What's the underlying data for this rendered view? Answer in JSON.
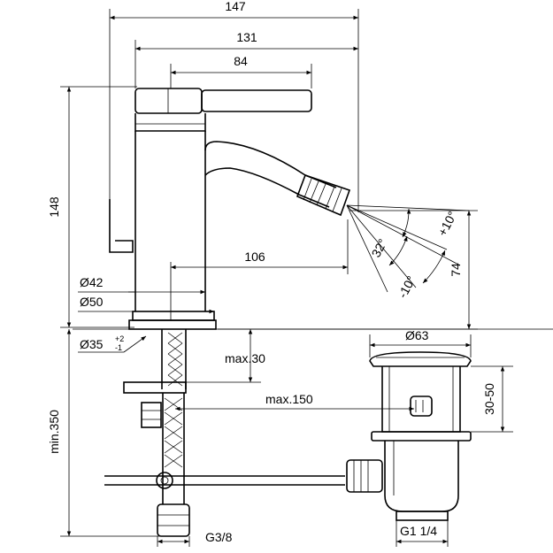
{
  "dimensions": {
    "width_147": "147",
    "width_131": "131",
    "width_84": "84",
    "height_148": "148",
    "reach_106": "106",
    "height_74": "74",
    "dia_42": "Ø42",
    "dia_50": "Ø50",
    "hole_35": "Ø35",
    "hole_35_tol_plus": "+2",
    "hole_35_tol_minus": "-1",
    "max_30": "max.30",
    "max_150": "max.150",
    "min_350": "min.350",
    "thread_g38": "G3/8",
    "dia_63": "Ø63",
    "range_30_50": "30-50",
    "thread_g114": "G1 1/4"
  },
  "angles": {
    "plus_10": "+10°",
    "deg_32": "32°",
    "minus_10": "-10°"
  }
}
